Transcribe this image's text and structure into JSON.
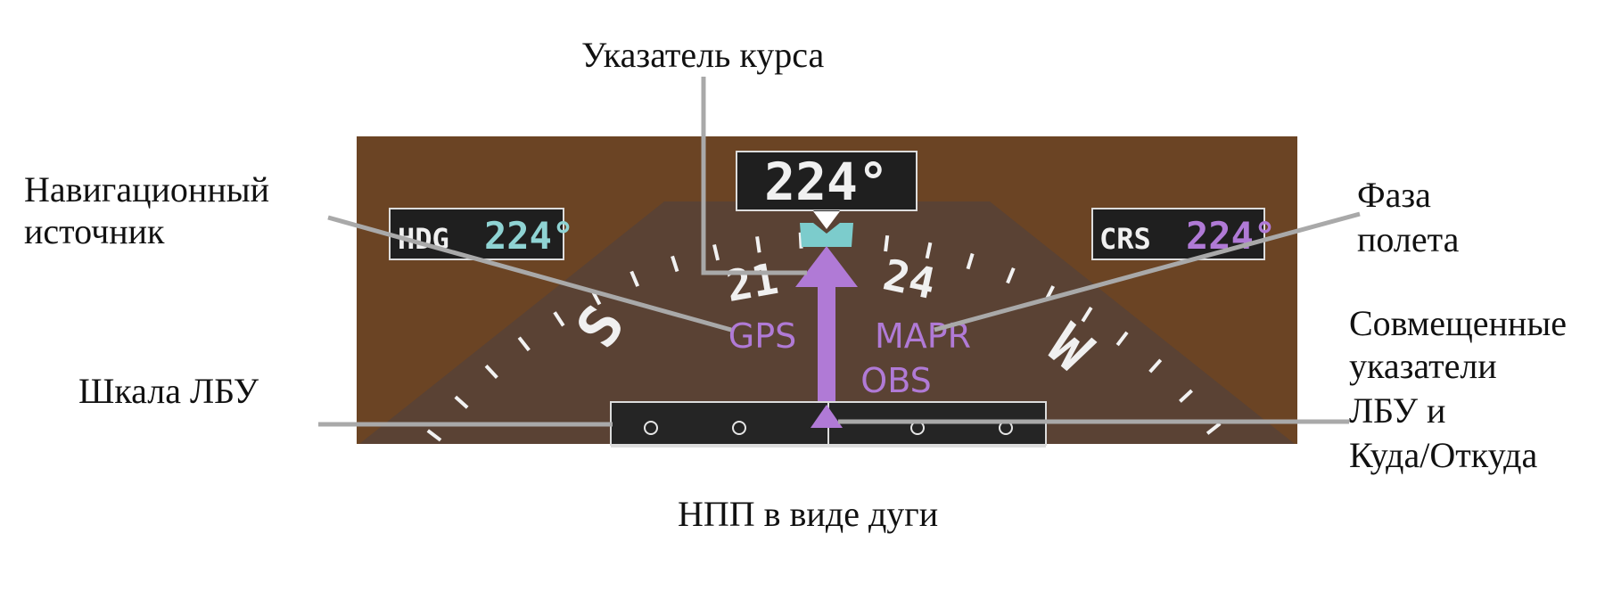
{
  "labels": {
    "course_pointer": "Указатель курса",
    "nav_source_line1": "Навигационный",
    "nav_source_line2": "источник",
    "flight_phase_line1": "Фаза",
    "flight_phase_line2": "полета",
    "cdi_scale": "Шкала ЛБУ",
    "combined_line1": "Совмещенные",
    "combined_line2": "указатели",
    "combined_line3": "ЛБУ и",
    "combined_line4": "Куда/Откуда",
    "caption": "НПП в виде дуги"
  },
  "display": {
    "heading_value": "224°",
    "hdg_label": "HDG",
    "hdg_value": "224°",
    "crs_label": "CRS",
    "crs_value": "224°",
    "nav_source": "GPS",
    "flight_phase": "MAPR",
    "mode": "OBS",
    "card_labels": {
      "s": "S",
      "n21": "21",
      "n24": "24",
      "w": "W"
    }
  },
  "colors": {
    "background": "#6b4424",
    "arc": "#5a4234",
    "cyan": "#8fd3d3",
    "magenta": "#b07ad6",
    "box": "#1f1f1f"
  }
}
